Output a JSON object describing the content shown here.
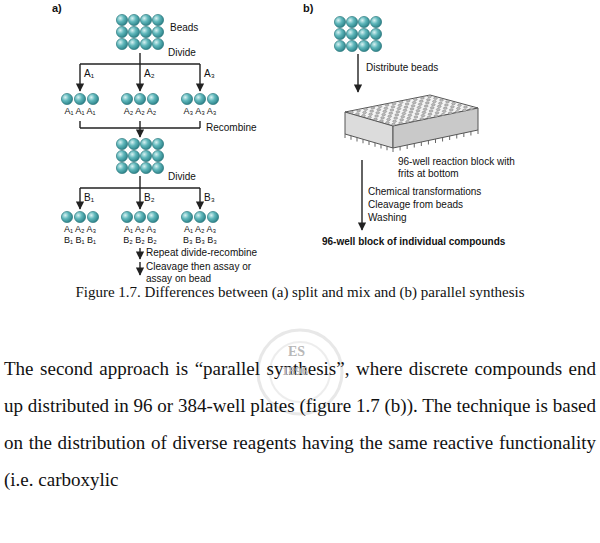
{
  "diagram": {
    "caption": "Figure 1.7. Differences between (a) split and mix and (b) parallel synthesis",
    "labels": [
      "a)",
      "Beads",
      "Divide",
      "A₁",
      "A₂",
      "A₃",
      "A₁ A₁ A₁",
      "A₂ A₂ A₂",
      "A₃ A₃ A₃",
      "Recombine",
      "Divide",
      "B₁",
      "B₂",
      "B₃",
      "A₁ A₂ A₃",
      "B₁ B₁ B₁",
      "A₁ A₂ A₃",
      "B₂ B₂ B₂",
      "A₁ A₂ A₃",
      "B₃ B₃ B₃",
      "Repeat divide-recombine",
      "Cleavage then assay or assay on bead",
      "b)",
      "Distribute beads",
      "96-well reaction block with frits at bottom",
      "Chemical transformations",
      "Cleavage from beads",
      "Washing",
      "96-well block of individual compounds",
      "The second approach is “parallel synthesis”, where discrete compounds end up distributed in 96 or 384-well plates (figure 1.7 (b)). The technique is based on the distribution of diverse reagents having the same reactive functionality (i.e. carboxylic",
      "ES",
      "1896"
    ]
  }
}
